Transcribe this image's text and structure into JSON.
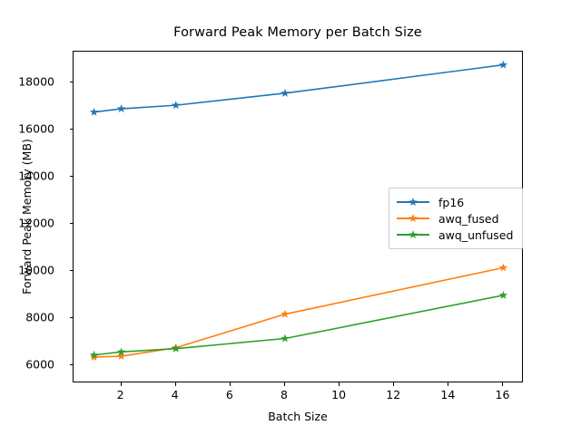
{
  "chart_data": {
    "type": "line",
    "title": "Forward Peak Memory per Batch Size",
    "xlabel": "Batch Size",
    "ylabel": "Forward Peak Memory (MB)",
    "x": [
      1,
      2,
      4,
      8,
      16
    ],
    "xlim": [
      0.25,
      16.75
    ],
    "ylim": [
      5250,
      19300
    ],
    "xticks": [
      2,
      4,
      6,
      8,
      10,
      12,
      14,
      16
    ],
    "xticklabels": [
      "2",
      "4",
      "6",
      "8",
      "10",
      "12",
      "14",
      "16"
    ],
    "yticks": [
      6000,
      8000,
      10000,
      12000,
      14000,
      16000,
      18000
    ],
    "yticklabels": [
      "6000",
      "8000",
      "10000",
      "12000",
      "14000",
      "16000",
      "18000"
    ],
    "grid": false,
    "legend_position": "center right",
    "marker": "star",
    "series": [
      {
        "name": "fp16",
        "color": "#1f77b4",
        "values": [
          16740,
          16880,
          17030,
          17540,
          18740
        ]
      },
      {
        "name": "awq_fused",
        "color": "#ff7f0e",
        "values": [
          6360,
          6400,
          6760,
          8180,
          10150
        ]
      },
      {
        "name": "awq_unfused",
        "color": "#2ca02c",
        "values": [
          6450,
          6580,
          6720,
          7150,
          8980
        ]
      }
    ]
  }
}
